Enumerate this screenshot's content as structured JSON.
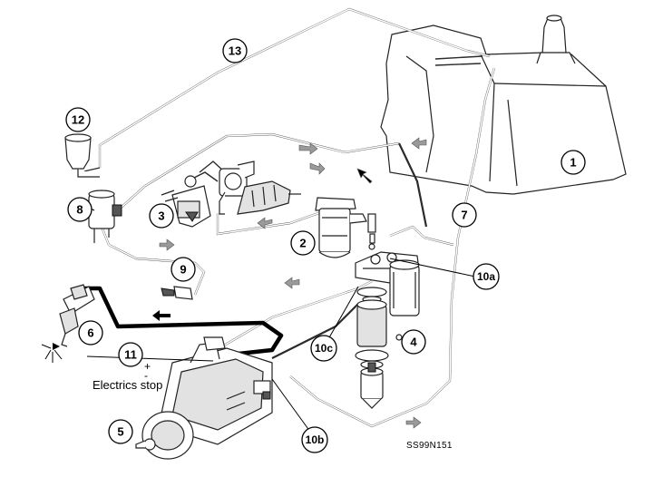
{
  "callouts": {
    "c1": "1",
    "c2": "2",
    "c3": "3",
    "c4": "4",
    "c5": "5",
    "c6": "6",
    "c7": "7",
    "c8": "8",
    "c9": "9",
    "c10a": "10a",
    "c10b": "10b",
    "c10c": "10c",
    "c11": "11",
    "c12": "12",
    "c13": "13"
  },
  "labels": {
    "plus": "+",
    "minus": "-",
    "electrics_stop": "Electrics stop",
    "diagram_code": "SS99N151"
  }
}
